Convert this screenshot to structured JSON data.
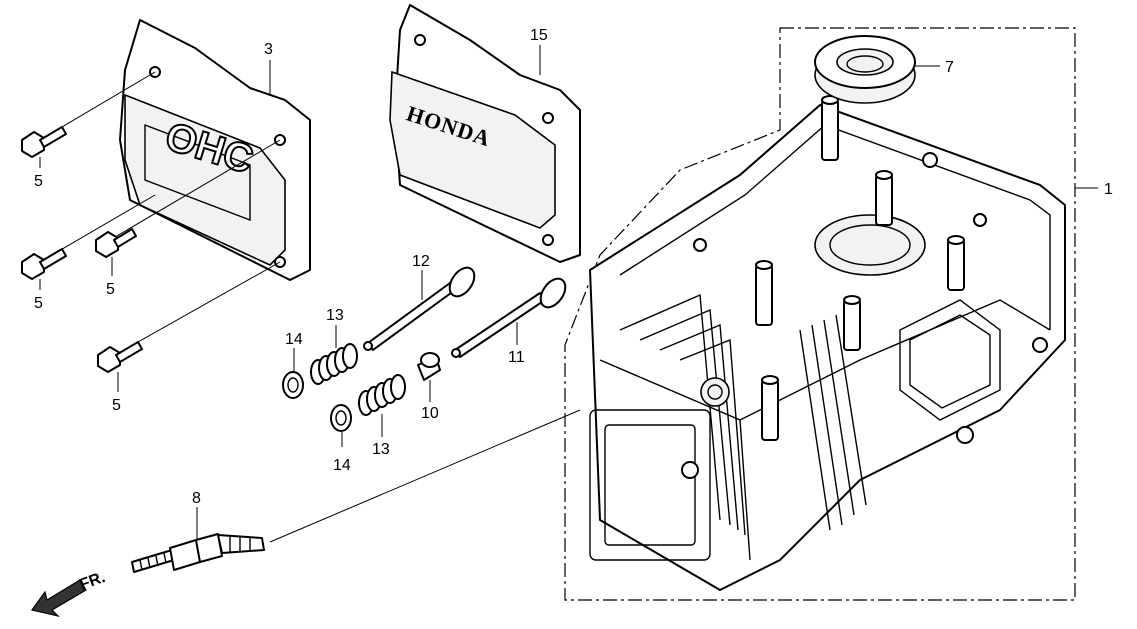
{
  "diagram": {
    "cover_left_marking": "OHC",
    "cover_right_marking": "HONDA",
    "direction_label": "FR."
  },
  "callouts": {
    "c1": "1",
    "c3": "3",
    "c5a": "5",
    "c5b": "5",
    "c5c": "5",
    "c5d": "5",
    "c7": "7",
    "c8": "8",
    "c10": "10",
    "c11": "11",
    "c12": "12",
    "c13a": "13",
    "c13b": "13",
    "c14a": "14",
    "c14b": "14",
    "c15": "15"
  }
}
